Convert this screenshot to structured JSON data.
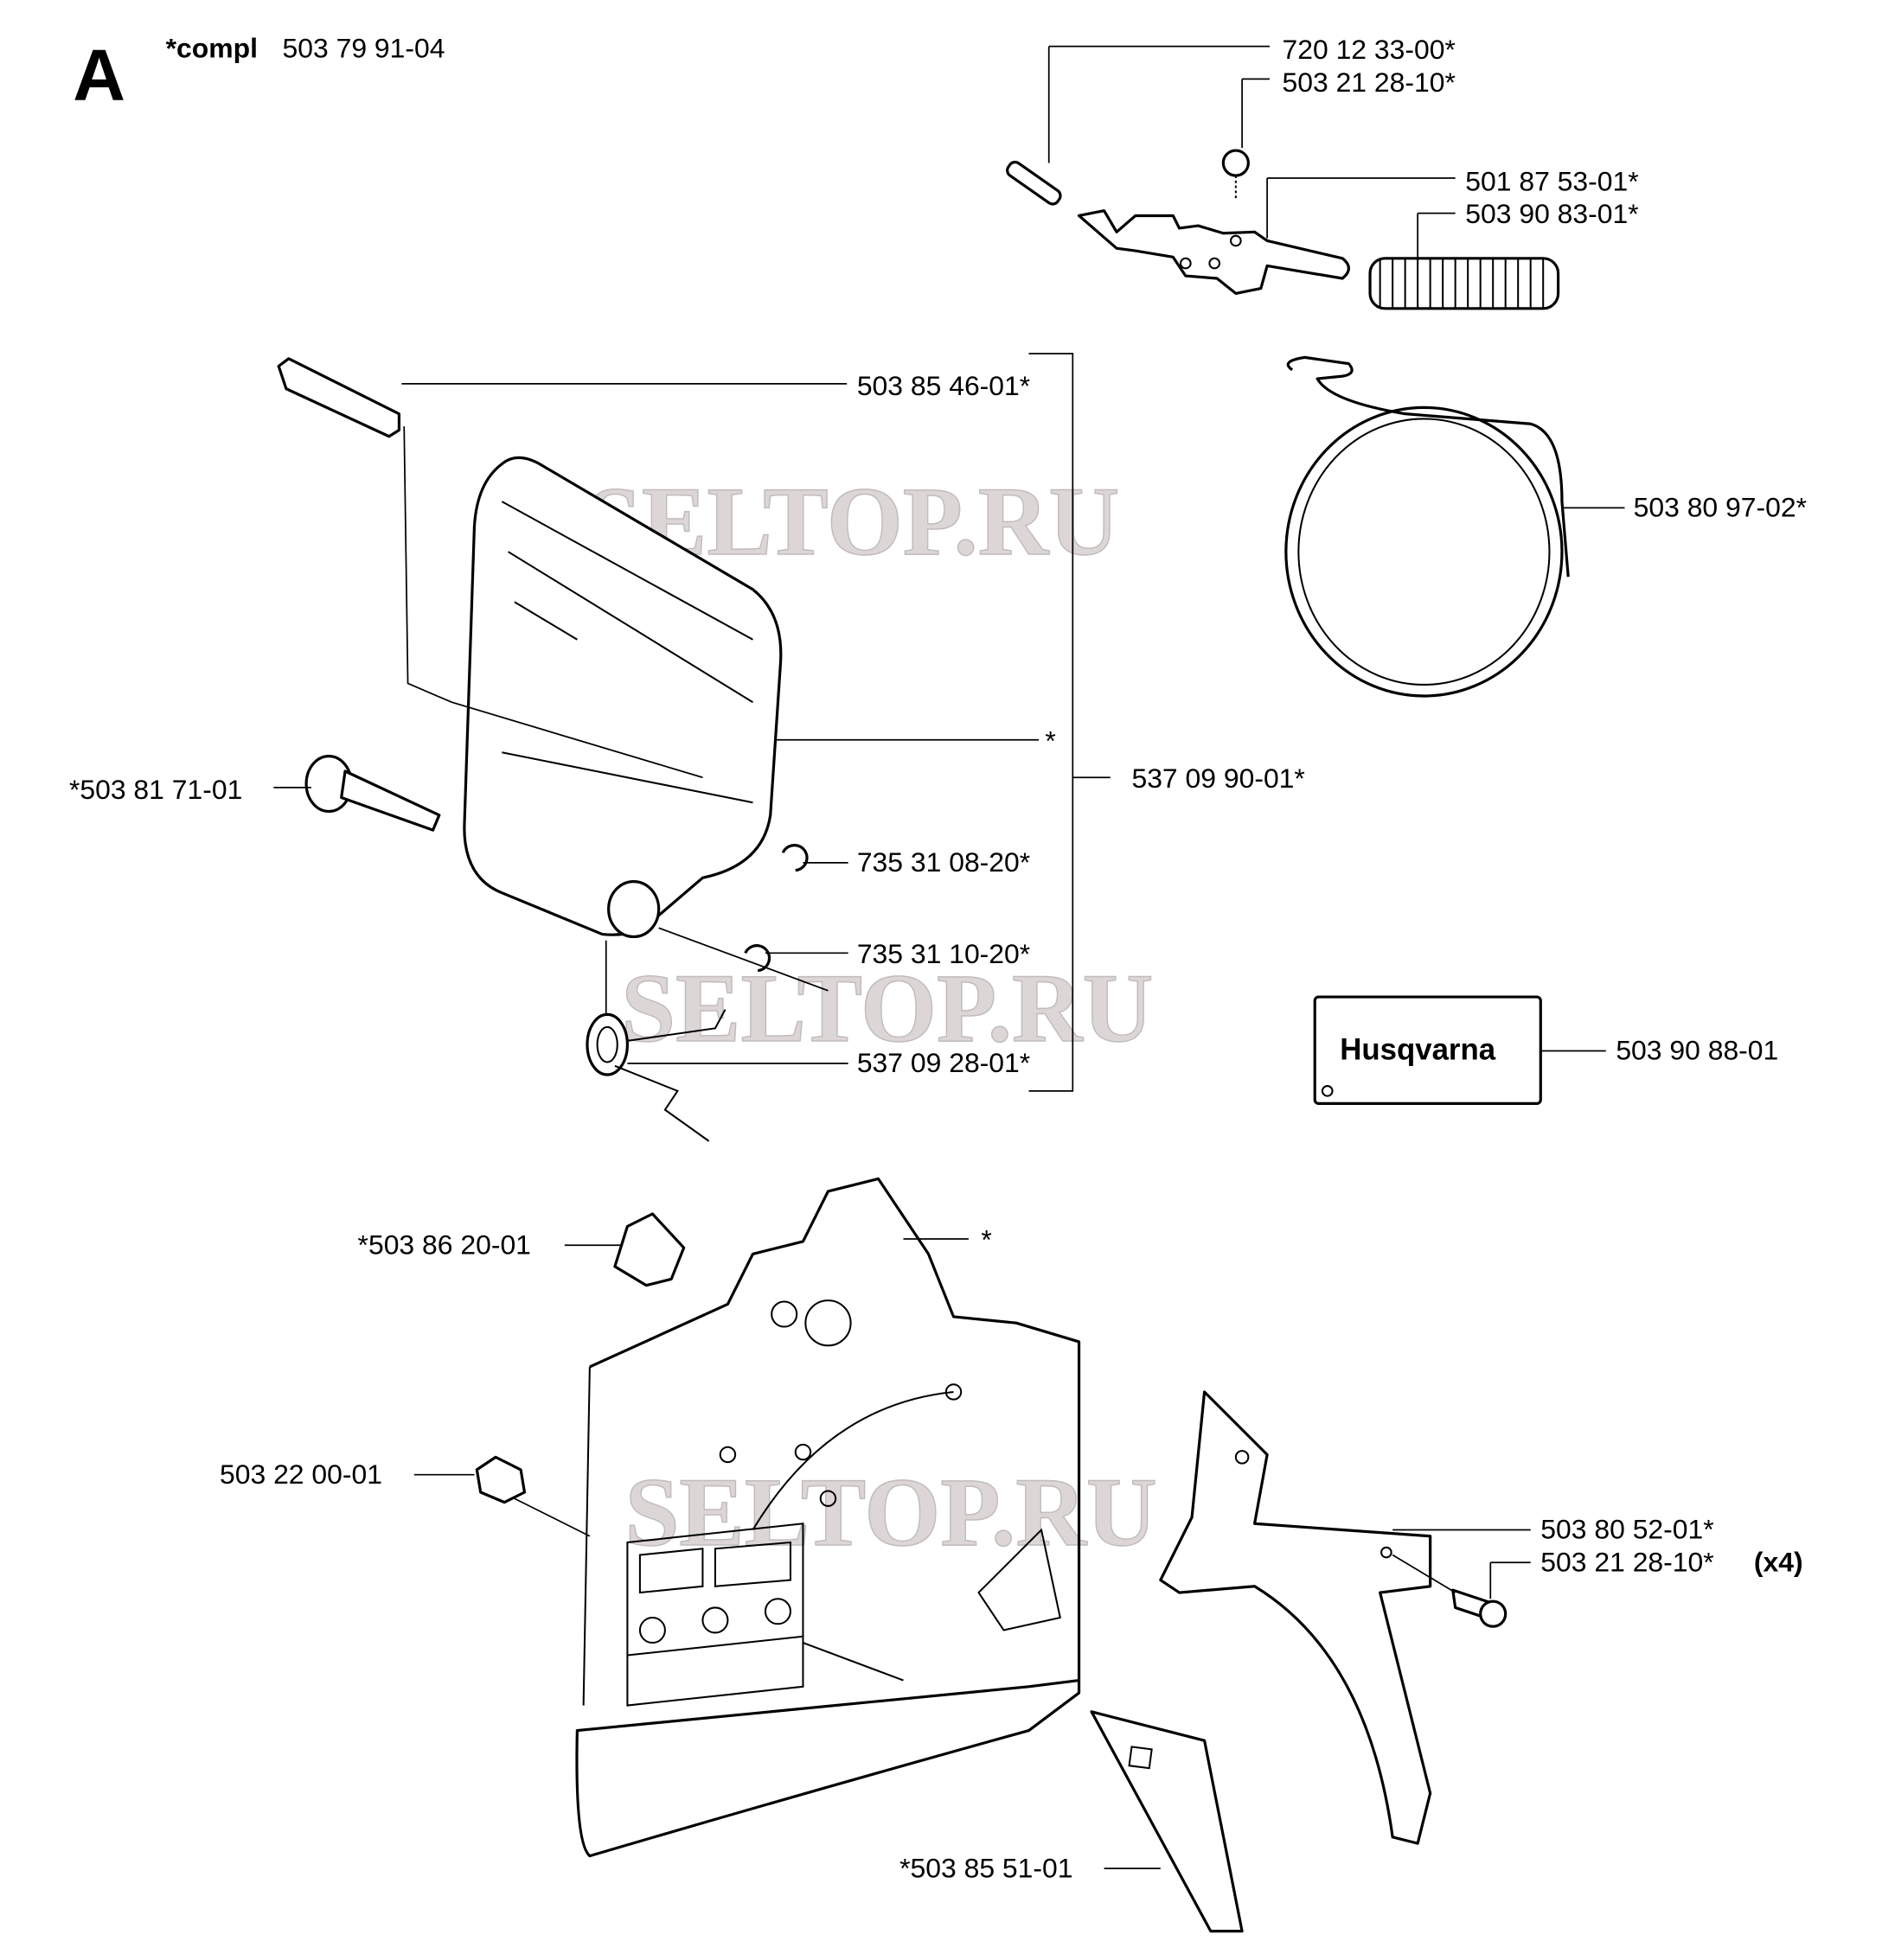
{
  "section_letter": "A",
  "compl": {
    "prefix": "*compl",
    "number": "503 79 91-04"
  },
  "labels": {
    "pin": "720 12 33-00*",
    "screw_top": "503 21 28-10*",
    "lever": "501 87 53-01*",
    "spring": "503 90 83-01*",
    "bolt": "503 85 46-01*",
    "handguard_asterisk": "*",
    "handguard_kit": "537 09 90-01*",
    "shaft": "*503 81 71-01",
    "circlip_1": "735 31 08-20*",
    "circlip_2": "735 31 10-20*",
    "torsion_spring": "537 09 28-01*",
    "brake_band": "503 80 97-02*",
    "decal": "503 90 88-01",
    "bushing": "*503 86 20-01",
    "cover_asterisk": "*",
    "nut": "503 22 00-01",
    "chain_catcher_cover": "503 80 52-01*",
    "screw_bottom": "503 21 28-10*",
    "screw_bottom_qty": "(x4)",
    "guide_plate": "*503 85 51-01"
  },
  "decal_brand": "Husqvarna",
  "watermark": "SELTOP.RU"
}
